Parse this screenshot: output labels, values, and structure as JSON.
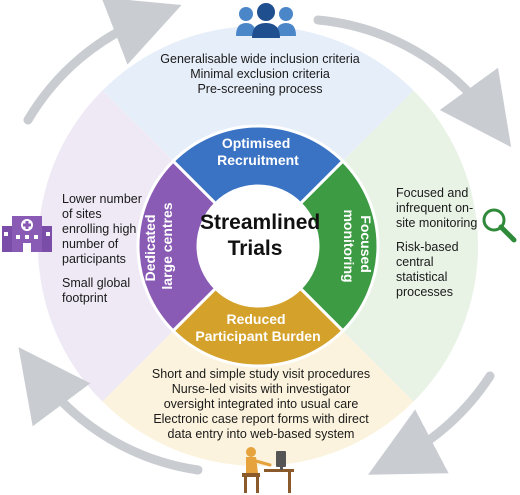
{
  "center_title": [
    "Streamlined",
    "Trials"
  ],
  "segments": {
    "top": {
      "label": [
        "Optimised",
        "Recruitment"
      ],
      "color": "#3b73c4"
    },
    "right": {
      "label": [
        "Focused",
        "monitoring"
      ],
      "color": "#3d9b44"
    },
    "bottom": {
      "label": [
        "Reduced",
        "Participant Burden"
      ],
      "color": "#d4a12a"
    },
    "left": {
      "label": [
        "Dedicated",
        "large centres"
      ],
      "color": "#8a5bb5"
    }
  },
  "outer_text": {
    "top": [
      "Generalisable wide inclusion criteria",
      "Minimal exclusion criteria",
      "Pre-screening process"
    ],
    "right": [
      "Focused and",
      "infrequent on-",
      "site monitoring",
      "",
      "Risk-based",
      "central",
      "statistical",
      "processes"
    ],
    "left": [
      "Lower number",
      "of sites",
      "enrolling high",
      "number of",
      "participants",
      "",
      "Small global",
      "footprint"
    ],
    "bottom": [
      "Short and simple study visit procedures",
      "Nurse-led visits with investigator",
      "oversight integrated into usual care",
      "Electronic case report forms with direct",
      "data entry into web-based system"
    ]
  },
  "icons": {
    "top": "people-group-icon",
    "right": "magnifier-icon",
    "left": "hospital-icon",
    "bottom": "person-at-computer-icon"
  },
  "colors": {
    "quadrant_top": "#e6eef9",
    "quadrant_right": "#e8f3e6",
    "quadrant_bottom": "#fbf3dd",
    "quadrant_left": "#efe9f5",
    "arrow": "#c9ccd1"
  }
}
